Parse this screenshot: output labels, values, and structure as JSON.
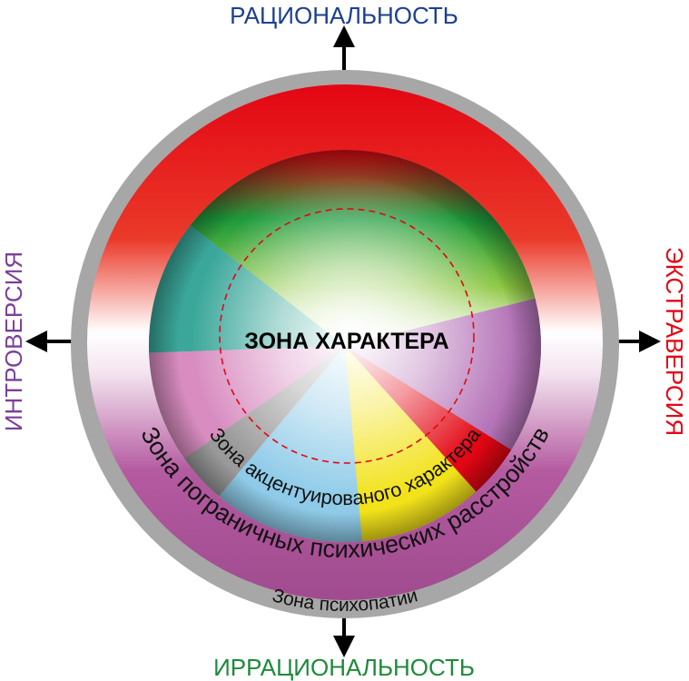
{
  "axes": {
    "top": "РАЦИОНАЛЬНОСТЬ",
    "bottom": "ИРРАЦИОНАЛЬНОСТЬ",
    "left": "ИНТРОВЕРСИЯ",
    "right": "ЭКСТРАВЕРСИЯ"
  },
  "zones": {
    "center": "ЗОНА ХАРАКТЕРА",
    "accentuated": "Зона акцентуированого характера",
    "borderline": "Зона пограничных психических расстройств",
    "psychopathy": "Зона психопатии"
  },
  "colors": {
    "top_axis": "#1d3f8f",
    "bottom_axis": "#1e8a3a",
    "left_axis": "#7a3f98",
    "right_axis": "#e30613",
    "ring_gray": "#a5a5a5",
    "dashed": "#e30613"
  }
}
